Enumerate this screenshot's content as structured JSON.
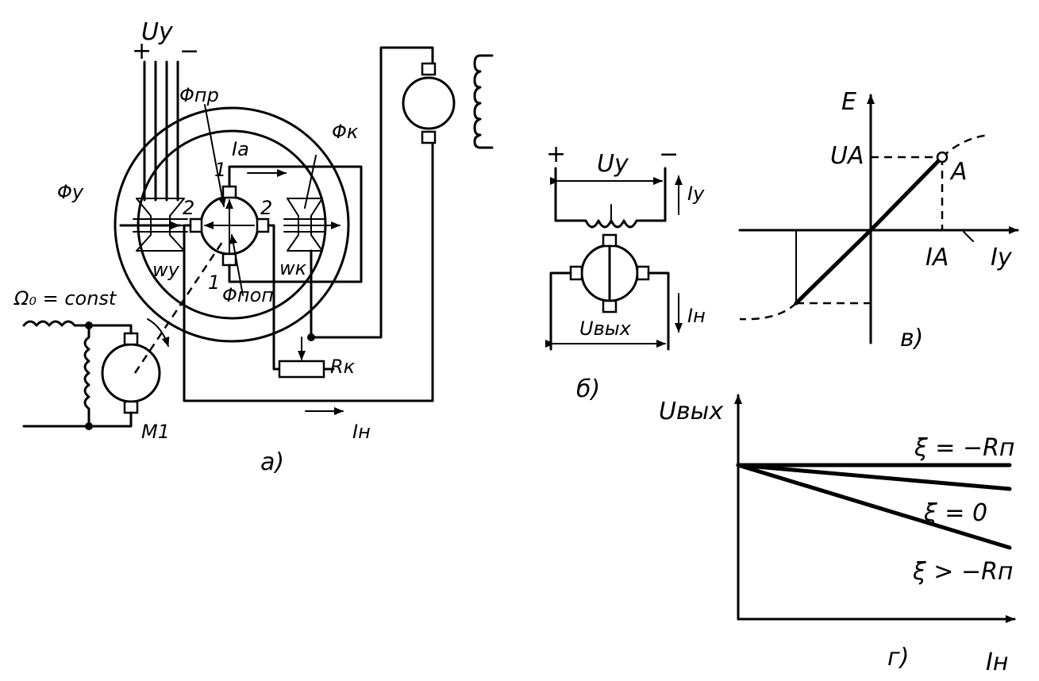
{
  "figure_a": {
    "uy_label": "Uy",
    "plus": "+",
    "minus": "−",
    "phi_pr": "Φпр",
    "phi_k": "Φк",
    "phi_y": "Φу",
    "phi_pop": "Φпоп",
    "ia": "Ia",
    "brush_1_top": "1",
    "brush_1_bottom": "1",
    "brush_2_left": "2",
    "brush_2_right": "2",
    "w_y": "wу",
    "w_k": "wк",
    "omega": "Ω₀ = const",
    "m1": "M1",
    "r_k": "Rк",
    "i_n": "Iн",
    "caption": "а)"
  },
  "figure_b": {
    "plus": "+",
    "minus": "−",
    "uy": "Uу",
    "iy": "Iу",
    "in": "Iн",
    "uout": "Uвых",
    "caption": "б)"
  },
  "figure_v": {
    "e_axis": "E",
    "ua": "UA",
    "point_a": "A",
    "ia": "IA",
    "iy_axis": "Iу",
    "caption": "в)"
  },
  "figure_g": {
    "uout_axis": "Uвых",
    "in_axis": "Iн",
    "line1": "ξ = −Rп",
    "line2": "ξ = 0",
    "line3": "ξ > −Rп",
    "caption": "г)"
  }
}
